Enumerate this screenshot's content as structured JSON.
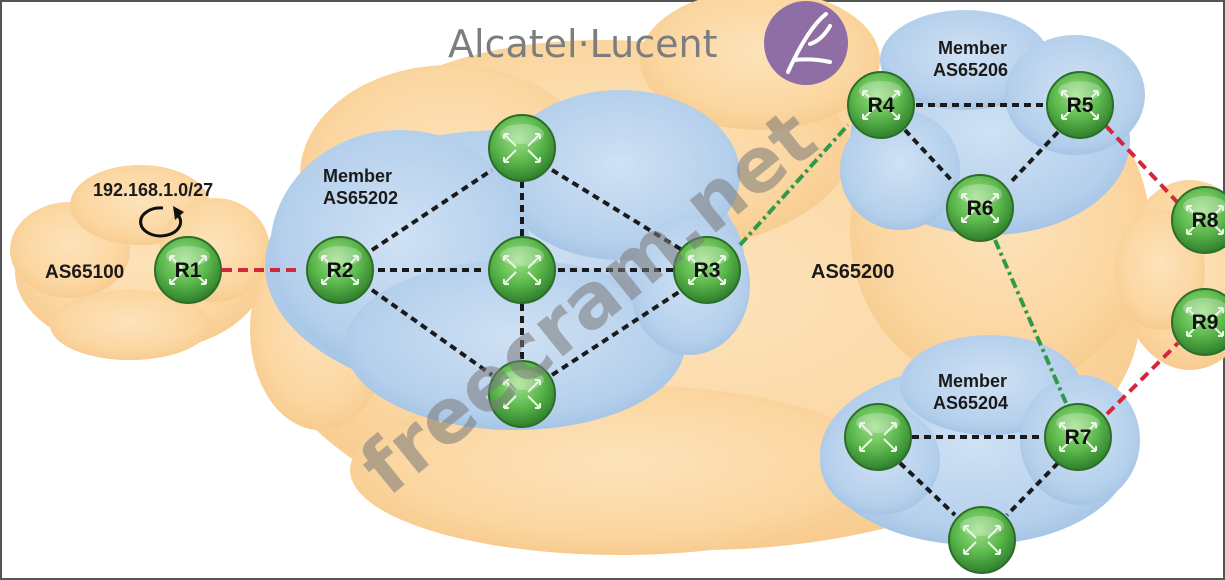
{
  "brand": {
    "text": "Alcatel·Lucent"
  },
  "watermark": {
    "text": "freecram.net"
  },
  "as_labels": {
    "as65100": "AS65100",
    "as65200": "AS65200",
    "prefix": "192.168.1.0/27",
    "member_as65202": [
      "Member",
      "AS65202"
    ],
    "member_as65206": [
      "Member",
      "AS65206"
    ],
    "member_as65204": [
      "Member",
      "AS65204"
    ]
  },
  "routers": {
    "r1": "R1",
    "r2": "R2",
    "r3": "R3",
    "r4": "R4",
    "r5": "R5",
    "r6": "R6",
    "r7": "R7",
    "r8": "R8",
    "r9": "R9"
  },
  "link_styles": {
    "ebgp": {
      "color": "#d2283c"
    },
    "ibgp": {
      "color": "#1a1a1a"
    },
    "confed": {
      "color": "#2f9a4a"
    }
  },
  "colors": {
    "orange_cloud": "#fbd9a6",
    "blue_cloud": "#b8d3ee",
    "router": "#58b44a",
    "brand_logo": "#8e6ea5"
  }
}
